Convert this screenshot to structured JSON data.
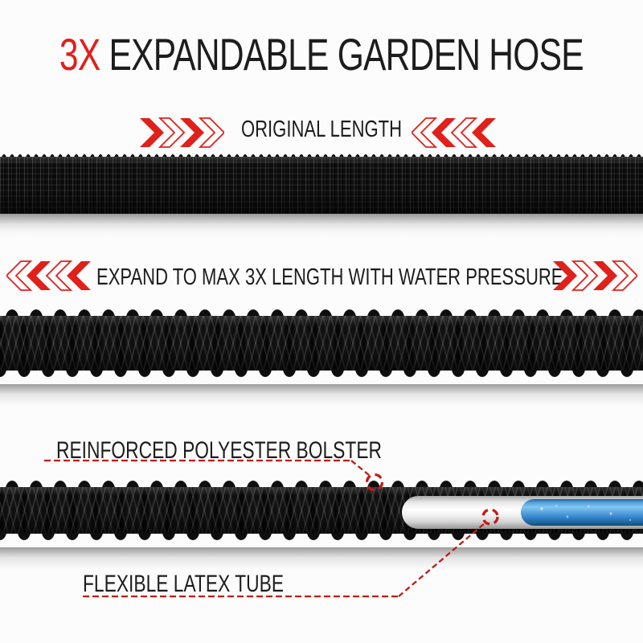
{
  "title": {
    "highlight": "3X",
    "rest": " EXPANDABLE GARDEN HOSE"
  },
  "labels": {
    "original": "ORIGINAL LENGTH",
    "expand": "EXPAND TO MAX 3X LENGTH WITH WATER PRESSURE",
    "bolster": "REINFORCED POLYESTER BOLSTER",
    "latex": "FLEXIBLE LATEX TUBE"
  },
  "colors": {
    "accent_red": "#e0201a",
    "annotation_red": "#bf1d17",
    "text_dark": "#1d1d1d",
    "hose_black": "#0d0d0d",
    "tube_white": "#f4f4f4",
    "tube_blue": "#2f86cf",
    "background": "#fcfcfd"
  },
  "icons": {
    "chevron_pattern": [
      "solid",
      "outline",
      "solid",
      "outline"
    ]
  }
}
